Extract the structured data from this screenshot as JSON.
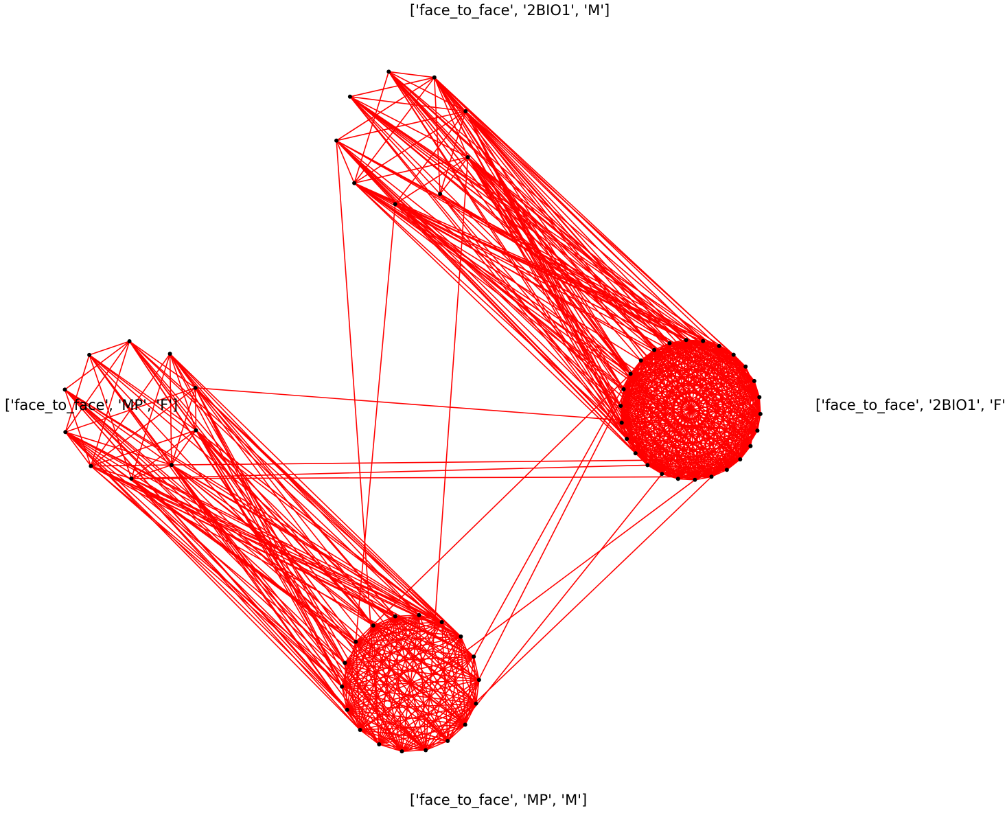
{
  "diagram": {
    "type": "network-graph",
    "edge_color": "#ff0000",
    "node_color": "#000000",
    "groups": [
      {
        "id": "top",
        "label": "['face_to_face', '2BIO1', 'M']",
        "node_count": 9
      },
      {
        "id": "right",
        "label": "['face_to_face', '2BIO1', 'F']",
        "node_count": 26
      },
      {
        "id": "bottom",
        "label": "['face_to_face', 'MP', 'M']",
        "node_count": 18
      },
      {
        "id": "left",
        "label": "['face_to_face', 'MP', 'F']",
        "node_count": 10
      }
    ]
  }
}
